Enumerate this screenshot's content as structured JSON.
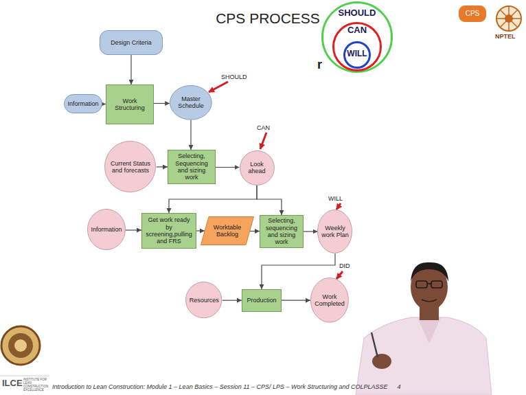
{
  "diagram": {
    "title": "CPS PROCESS",
    "nodes": [
      {
        "text": [
          "SHOULD"
        ]
      },
      {
        "text": [
          "CAN"
        ],
        "in": 0
      },
      {
        "text": [
          "WILL"
        ],
        "in": 1
      },
      {
        "text": [
          "CPS"
        ]
      },
      {
        "text": [
          "Design Criteria"
        ]
      },
      {
        "text": [
          "Information"
        ]
      },
      {
        "text": [
          "Work Structuring"
        ]
      },
      {
        "text": [
          "Master Schedule"
        ]
      },
      {
        "text": [
          "Current Status and forecasts"
        ]
      },
      {
        "text": [
          "Selecting, Sequencing and sizing work"
        ]
      },
      {
        "text": [
          "Look ahead"
        ]
      },
      {
        "text": [
          "Information"
        ]
      },
      {
        "text": [
          "Get work ready by screening,pulling and FRS"
        ]
      },
      {
        "text": [
          "Worktable Backlog"
        ]
      },
      {
        "text": [
          "Selecting, sequencing and sizing work"
        ]
      },
      {
        "text": [
          "Weekly work Plan"
        ]
      },
      {
        "text": [
          "Resources"
        ]
      },
      {
        "text": [
          "Production"
        ]
      },
      {
        "text": [
          "Work Completed"
        ]
      }
    ],
    "edges": [
      {
        "from": 4,
        "to": 6,
        "arrow": "to"
      },
      {
        "from": 5,
        "to": 6,
        "arrow": "to"
      },
      {
        "from": 6,
        "to": 7,
        "arrow": "to"
      },
      {
        "from": 7,
        "to": 9,
        "arrow": "to"
      },
      {
        "from": 8,
        "to": 9,
        "arrow": "to"
      },
      {
        "from": 9,
        "to": 10,
        "arrow": "to"
      },
      {
        "from": 10,
        "to": 12,
        "arrow": "to"
      },
      {
        "from": 10,
        "to": 14,
        "arrow": "to"
      },
      {
        "from": 11,
        "to": 12,
        "arrow": "to"
      },
      {
        "from": 12,
        "to": 13,
        "arrow": "to"
      },
      {
        "from": 13,
        "to": 14,
        "arrow": "to"
      },
      {
        "from": 14,
        "to": 15,
        "arrow": "to"
      },
      {
        "from": 15,
        "to": 17,
        "arrow": "to"
      },
      {
        "from": 16,
        "to": 17,
        "arrow": "to"
      },
      {
        "from": 17,
        "to": 18,
        "arrow": "to"
      }
    ],
    "labels": [
      "SHOULD",
      "CAN",
      "WILL",
      "DID",
      "r",
      "NPTEL",
      "ILCE",
      "INSTITUTE FOR LEAN CONSTRUCTION EXCELLENCE",
      "Introduction to Lean Construction: Module 1 – Lean Basics – Session 11 – CPS/ LPS – Work Structuring and COLPLASSE",
      "4"
    ]
  }
}
